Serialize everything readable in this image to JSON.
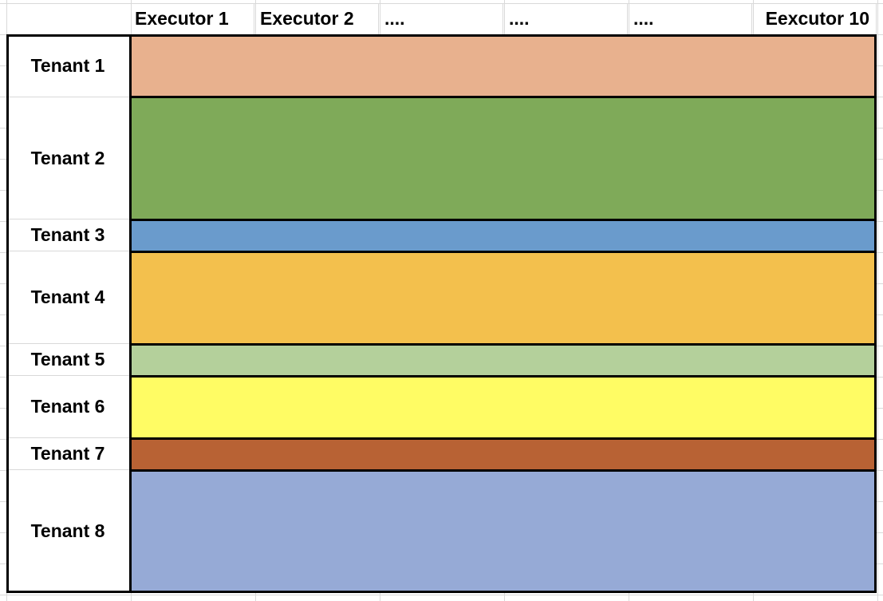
{
  "columns": [
    {
      "label": "Executor 1"
    },
    {
      "label": "Executor 2"
    },
    {
      "label": "...."
    },
    {
      "label": "...."
    },
    {
      "label": "...."
    },
    {
      "label": "Eexcutor 10"
    }
  ],
  "tenants": [
    {
      "label": "Tenant 1",
      "color": "#E8B18E"
    },
    {
      "label": "Tenant 2",
      "color": "#7FAA59"
    },
    {
      "label": "Tenant 3",
      "color": "#6A9BCC"
    },
    {
      "label": "Tenant 4",
      "color": "#F3C04D"
    },
    {
      "label": "Tenant 5",
      "color": "#B4D09B"
    },
    {
      "label": "Tenant 6",
      "color": "#FFFC64"
    },
    {
      "label": "Tenant 7",
      "color": "#B86234"
    },
    {
      "label": "Tenant 8",
      "color": "#96AAD6"
    }
  ]
}
